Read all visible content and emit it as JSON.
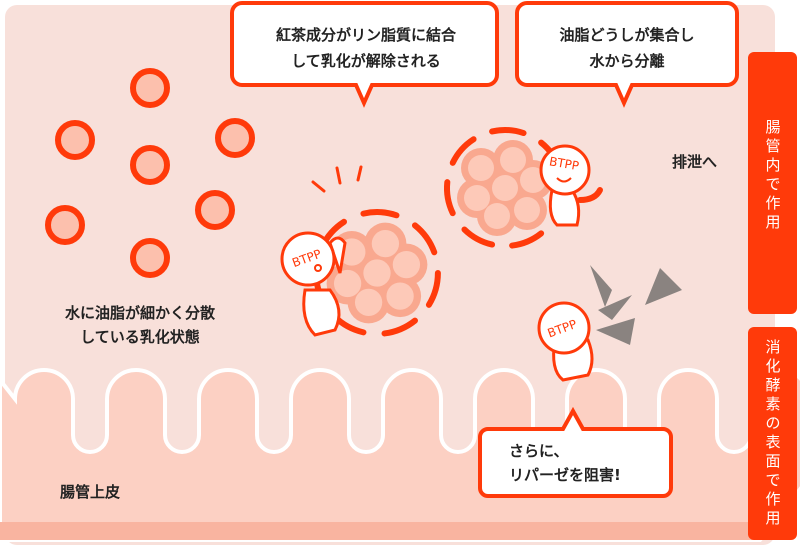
{
  "bubbles": {
    "tea_binding": [
      "紅茶成分がリン脂質に結合",
      "して乳化が解除される"
    ],
    "oil_aggregation": [
      "油脂どうしが集合し",
      "水から分離"
    ],
    "lipase": [
      "さらに、",
      "リパーゼを阻害!"
    ]
  },
  "labels": {
    "emulsion": [
      "水に油脂が細かく分散",
      "している乳化状態"
    ],
    "excretion": "排泄へ",
    "epithelium": "腸管上皮"
  },
  "side_labels": {
    "intestine": [
      "腸",
      "管",
      "内",
      "で",
      "作",
      "用"
    ],
    "enzyme": [
      "消",
      "化",
      "酵",
      "素",
      "の",
      "表",
      "面",
      "で",
      "作",
      "用"
    ]
  },
  "character": "BTPP",
  "colors": {
    "accent": "#ff3a0a",
    "background": "#f8e0da",
    "epithelium": "#fcd0c3",
    "fat": "#f9a88f"
  }
}
